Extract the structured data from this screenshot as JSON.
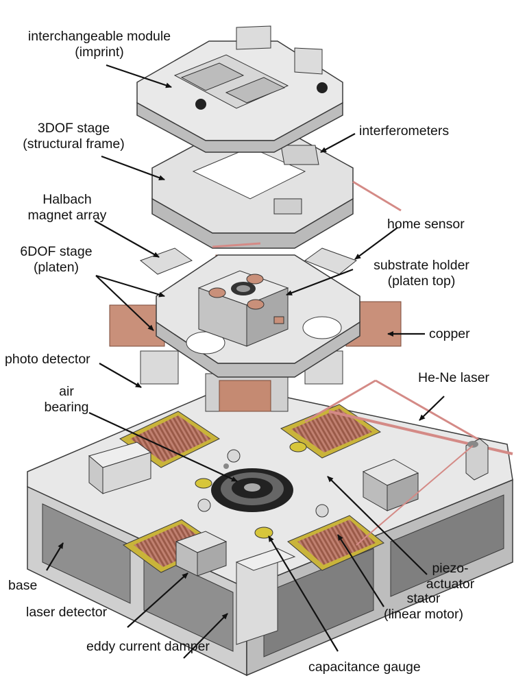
{
  "labels": {
    "interchangeable_module": [
      "interchangeable module",
      "(imprint)"
    ],
    "stage_3dof": [
      "3DOF stage",
      "(structural frame)"
    ],
    "interferometers": "interferometers",
    "halbach": [
      "Halbach",
      "magnet array"
    ],
    "home_sensor": "home sensor",
    "stage_6dof": [
      "6DOF stage",
      "(platen)"
    ],
    "substrate_holder": [
      "substrate holder",
      "(platen top)"
    ],
    "copper": "copper",
    "photo_detector": "photo detector",
    "he_ne_laser": "He-Ne laser",
    "air_bearing": [
      "air",
      "bearing"
    ],
    "piezo_actuator": [
      "piezo-",
      "actuator"
    ],
    "base": "base",
    "laser_detector": "laser detector",
    "stator": [
      "stator",
      "(linear motor)"
    ],
    "eddy_current_damper": "eddy current damper",
    "capacitance_gauge": "capacitance gauge"
  },
  "colors": {
    "metal_light": "#e4e4e4",
    "metal_mid": "#c9c9c9",
    "metal_dark": "#9a9a9a",
    "outline": "#3a3a3a",
    "copper": "#c9907a",
    "copper_dark": "#8a5a48",
    "stator_gold": "#c9b43a",
    "laser_beam": "#d48a86"
  }
}
